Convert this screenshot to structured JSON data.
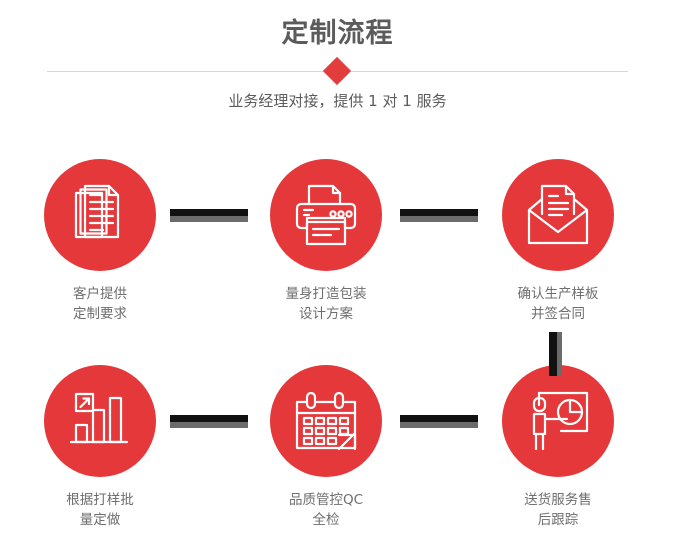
{
  "header": {
    "title": "定制流程",
    "subtitle": "业务经理对接，提供 1 对 1 服务",
    "divider_icon": "diamond-separator",
    "title_color": "#5b5b5b",
    "accent_color": "#e23c3c"
  },
  "theme": {
    "circle_color": "#e5383b",
    "connector_color": "#111111",
    "connector_shadow_color": "#6b6b6b",
    "label_color": "#6e6e6e",
    "divider_color": "#d8d8d8",
    "background": "#ffffff"
  },
  "flow": {
    "steps": [
      {
        "index": 1,
        "icon": "documents-icon",
        "label": "客户提供\n定制要求"
      },
      {
        "index": 2,
        "icon": "printer-icon",
        "label": "量身打造包装\n设计方案"
      },
      {
        "index": 3,
        "icon": "envelope-document-icon",
        "label": "确认生产样板\n并签合同"
      },
      {
        "index": 4,
        "icon": "bar-chart-growth-icon",
        "label": "根据打样批\n量定做"
      },
      {
        "index": 5,
        "icon": "calendar-icon",
        "label": "品质管控QC\n全检"
      },
      {
        "index": 6,
        "icon": "presenter-pie-chart-icon",
        "label": "送货服务售\n后跟踪"
      }
    ],
    "connectors": [
      {
        "name": "connector-step1-step2",
        "orientation": "horizontal"
      },
      {
        "name": "connector-step2-step3",
        "orientation": "horizontal"
      },
      {
        "name": "connector-step3-step6",
        "orientation": "vertical"
      },
      {
        "name": "connector-step4-step5",
        "orientation": "horizontal"
      },
      {
        "name": "connector-step5-step6",
        "orientation": "horizontal"
      }
    ]
  }
}
